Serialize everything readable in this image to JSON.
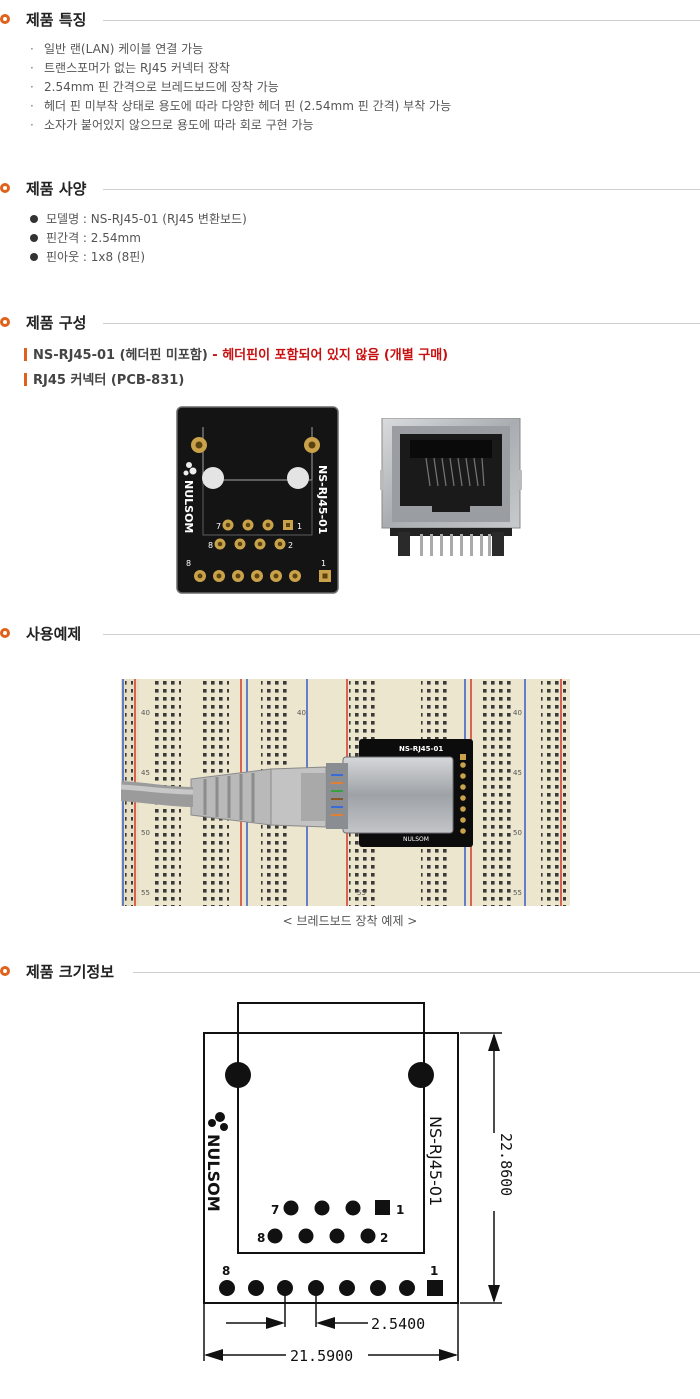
{
  "sections": {
    "features": {
      "title": "제품 특징"
    },
    "specs": {
      "title": "제품 사양"
    },
    "composition": {
      "title": "제품 구성"
    },
    "example": {
      "title": "사용예제"
    },
    "dimensions": {
      "title": "제품 크기정보"
    }
  },
  "features": [
    "일반 랜(LAN) 케이블 연결 가능",
    "트랜스포머가 없는 RJ45 커넥터 장착",
    "2.54mm 핀 간격으로 브레드보드에 장착 가능",
    "헤더 핀 미부착 상태로 용도에 따라 다양한 헤더 핀 (2.54mm 핀 간격) 부착 가능",
    "소자가 붙어있지 않으므로 용도에 따라 회로 구현 가능"
  ],
  "feature_bullet": "·",
  "specs": [
    "모델명 : NS-RJ45-01 (RJ45 변환보드)",
    "핀간격 : 2.54mm",
    "핀아웃 : 1x8 (8핀)"
  ],
  "composition": {
    "item1": "NS-RJ45-01 (헤더핀 미포함)",
    "item1_dash": " - ",
    "item1_note": "헤더핀이 포함되어 있지 않음 (개별 구매)",
    "item2": "RJ45 커넥터 (PCB-831)"
  },
  "board": {
    "model": "NS-RJ45-01",
    "brand": "NULSOM",
    "pin_labels": {
      "p1": "1",
      "p2": "2",
      "p7": "7",
      "p8": "8"
    }
  },
  "breadboard": {
    "row_numbers": [
      "40",
      "45",
      "50",
      "55"
    ],
    "board_label": "NS-RJ45-01",
    "brand_label": "NULSOM",
    "caption": "< 브레드보드 장착 예제 >"
  },
  "dimension": {
    "height": "22.8600",
    "width": "21.5900",
    "pitch": "2.5400"
  },
  "colors": {
    "accent": "#e0621a",
    "red_text": "#c81010",
    "pcb": "#111111",
    "gold": "#c9a24a"
  }
}
